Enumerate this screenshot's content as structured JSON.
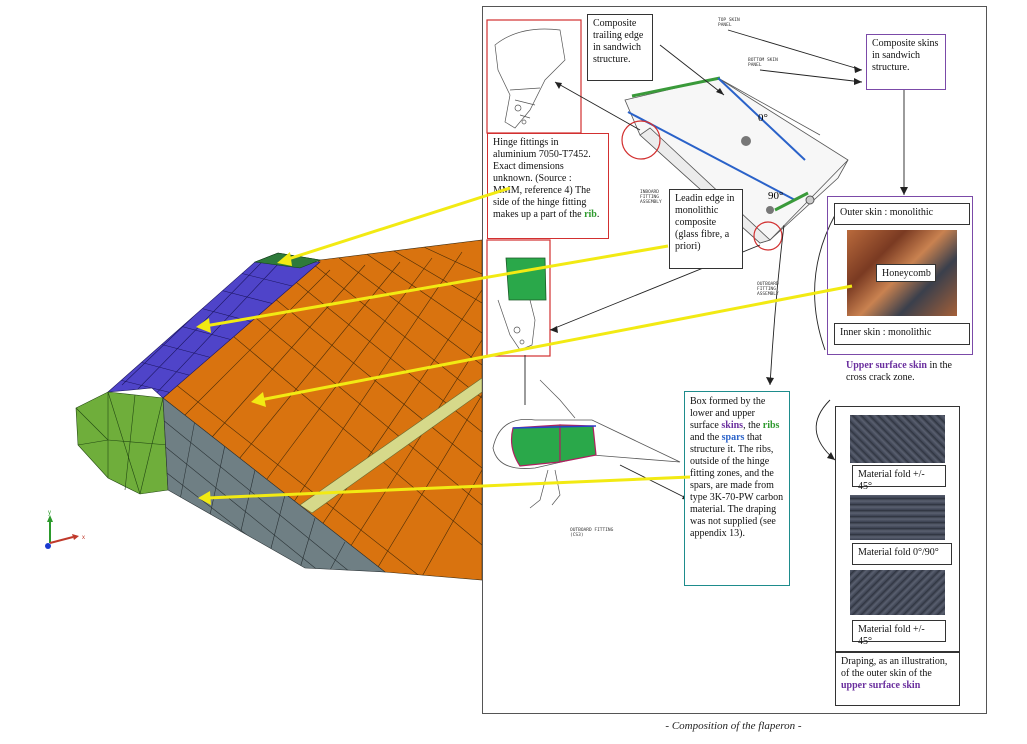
{
  "caption": "- Composition of the flaperon -",
  "axis_labels": {
    "y": "y",
    "x": "x"
  },
  "labels": {
    "trailing_edge": "Composite trailing edge in sandwich structure.",
    "top_skin": "TOP SKIN\nPANEL",
    "bottom_skin": "BOTTOM SKIN\nPANEL",
    "composite_skins": "Composite skins in sandwich structure.",
    "hinge_fittings": "Hinge fittings in aluminium 7050-T7452. Exact dimensions unknown. (Source : MMM, reference 4) The side of the hinge fitting makes up a part of the ",
    "hinge_rib": "rib",
    "hinge_end": ".",
    "leading_edge": "Leadin edge in monolithic composite (glass fibre, a priori)",
    "inboard_fitting": "INBOARD\nFITTING\nASSEMBLY",
    "outboard_fitting": "OUTBOARD\nFITTING\nASSEMBLY",
    "outboard_fitting_small": "OUTBOARD FITTING\n(CS3)",
    "angle_0": "0°",
    "angle_90": "90°",
    "outer_skin": "Outer skin : monolithic",
    "honeycomb": "Honeycomb",
    "inner_skin": "Inner skin : monolithic",
    "upper_surface_skin_1": "Upper surface skin",
    "upper_surface_skin_2": " in the cross crack zone.",
    "box_p1": "Box formed by the lower and upper surface ",
    "box_skins": "skins",
    "box_p2": ", the ",
    "box_ribs": "ribs",
    "box_p3": " and the ",
    "box_spars": "spars",
    "box_p4": " that structure it. The ribs, outside of the hinge fitting zones, and the spars, are made from type 3K-70-PW carbon material. The draping was not supplied (see appendix 13).",
    "fold_1": "Material fold +/- 45°",
    "fold_2": "Material fold 0°/90°",
    "fold_3": "Material fold +/- 45°",
    "draping_1": "Draping, as an illustration, of the outer skin of the ",
    "draping_2": "upper surface skin"
  },
  "colors": {
    "orange": "#d9730f",
    "purple": "#4f44c9",
    "green_light": "#6fae3b",
    "green_dark": "#2e7a3a",
    "gray": "#6f7f84",
    "yellow_strip": "#d6d98a",
    "arrow": "#f2ea13",
    "red_box": "#d23030",
    "purple_box": "#7b4aa8",
    "teal_box": "#1e8c8c"
  }
}
